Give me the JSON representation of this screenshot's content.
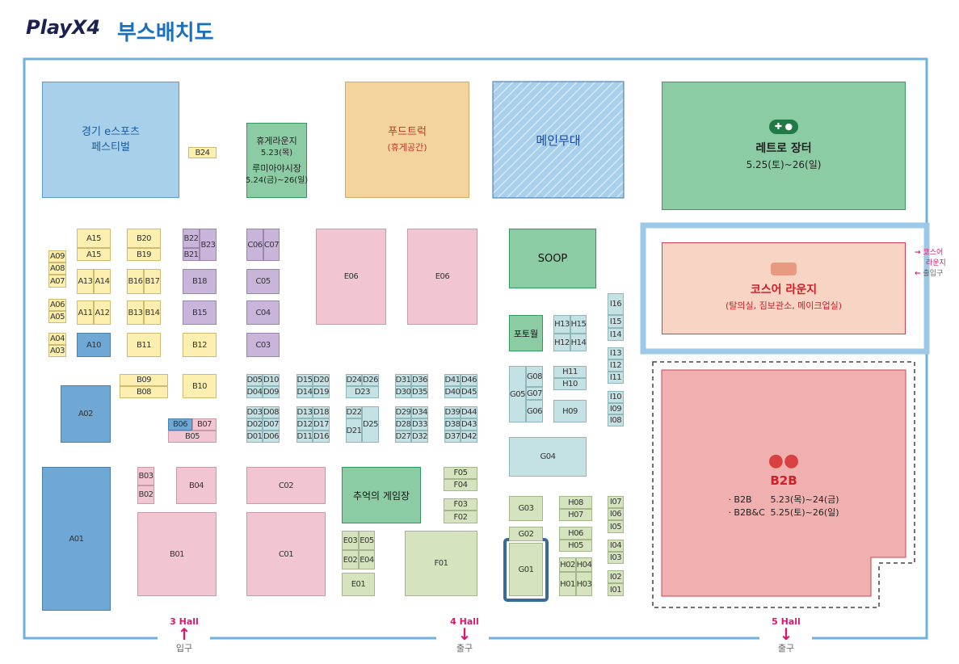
{
  "header": {
    "logo": "PlayX4",
    "title": "부스배치도"
  },
  "zones": {
    "esports": [
      "경기 e스포츠",
      "페스티벌"
    ],
    "rest_lounge": {
      "title": "휴게라운지",
      "date1": "5.23(목)",
      "subtitle": "루미아야시장",
      "date2": "5.24(금)~26(일)"
    },
    "food_truck": {
      "title": "푸드트럭",
      "sub": "(휴게공간)"
    },
    "main_stage": "메인무대",
    "retro": {
      "title": "레트로 장터",
      "date": "5.25(토)~26(일)"
    },
    "cosplay": {
      "title": "코스어 라운지",
      "sub": "(탈의실, 짐보관소, 메이크업실)"
    },
    "b2b": {
      "title": "B2B",
      "line1_label": "· B2B",
      "line1_date": "5.23(목)~24(금)",
      "line2_label": "· B2B&C",
      "line2_date": "5.25(토)~26(일)"
    },
    "soop": "SOOP",
    "photowall": "포토월",
    "retro_arcade": "추억의 게임장"
  },
  "side_entrance": {
    "line1": "코스어",
    "line2": "라운지",
    "line3": "출입구"
  },
  "exits": [
    {
      "hall": "3 Hall",
      "type": "입구"
    },
    {
      "hall": "4 Hall",
      "type": "출구"
    },
    {
      "hall": "5 Hall",
      "type": "출구"
    }
  ],
  "colors": {
    "accent": "#d6186e",
    "title_blue": "#1a6fbf",
    "border_blue": "#6fb0de"
  },
  "booths": [
    "A09",
    "A08",
    "A07",
    "A06",
    "A05",
    "A04",
    "A03",
    "A15",
    "A15",
    "A13",
    "A14",
    "A11",
    "A12",
    "A10",
    "B20",
    "B19",
    "B16",
    "B17",
    "B13",
    "B14",
    "B11",
    "B22",
    "B21",
    "B23",
    "B18",
    "B15",
    "B12",
    "C06",
    "C07",
    "C05",
    "C04",
    "C03",
    "B09",
    "B08",
    "B10",
    "B06",
    "B07",
    "B05",
    "B24",
    "A02",
    "A01",
    "B03",
    "B02",
    "B04",
    "B01",
    "C02",
    "C01",
    "D05",
    "D10",
    "D04",
    "D09",
    "D03",
    "D08",
    "D02",
    "D07",
    "D01",
    "D06",
    "D15",
    "D20",
    "D14",
    "D19",
    "D13",
    "D18",
    "D12",
    "D17",
    "D11",
    "D16",
    "D24",
    "D26",
    "D23",
    "D22",
    "D21",
    "D25",
    "D31",
    "D36",
    "D30",
    "D35",
    "D29",
    "D34",
    "D28",
    "D33",
    "D27",
    "D32",
    "D41",
    "D46",
    "D40",
    "D45",
    "D39",
    "D44",
    "D38",
    "D43",
    "D37",
    "D42",
    "E06",
    "E06",
    "E03",
    "E05",
    "E02",
    "E04",
    "E01",
    "F05",
    "F04",
    "F03",
    "F02",
    "F01",
    "G04",
    "G05",
    "G08",
    "G07",
    "G06",
    "H13",
    "H15",
    "H12",
    "H14",
    "H11",
    "H10",
    "H09",
    "I16",
    "I15",
    "I14",
    "I13",
    "I12",
    "I11",
    "I10",
    "I09",
    "I08",
    "G03",
    "G02",
    "G01",
    "H08",
    "H07",
    "H06",
    "H05",
    "H02",
    "H04",
    "H01",
    "H03",
    "I07",
    "I06",
    "I05",
    "I04",
    "I03",
    "I02",
    "I01"
  ]
}
